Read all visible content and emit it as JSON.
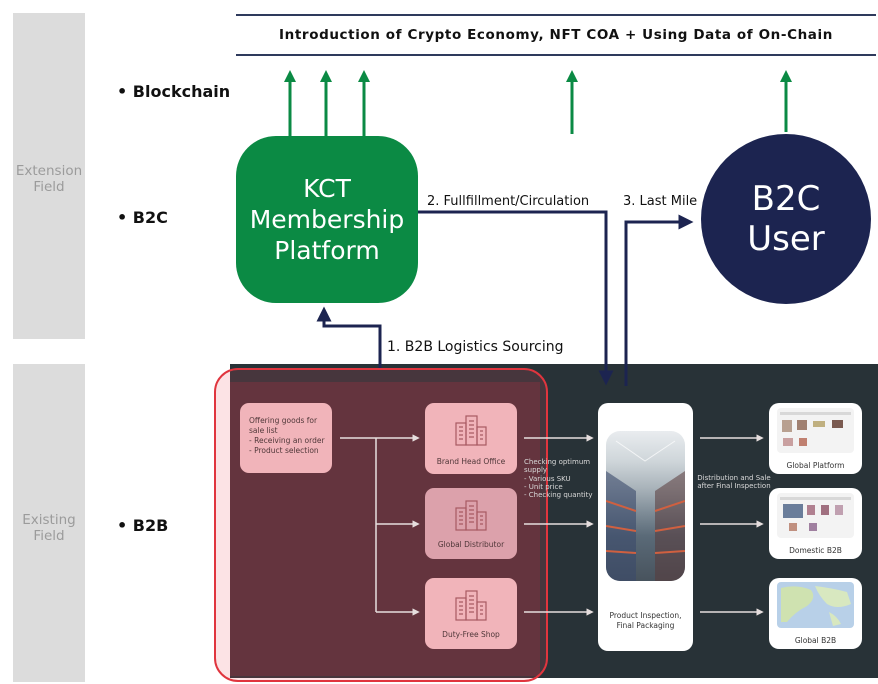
{
  "banner": "Introduction of Crypto Economy, NFT COA + Using Data of On-Chain",
  "fields": {
    "extension": "Extension\nField",
    "existing": "Existing\nField"
  },
  "rows": {
    "blockchain": "• Blockchain",
    "b2c": "• B2C",
    "b2b": "• B2B"
  },
  "kct_platform": [
    "KCT",
    "Membership",
    "Platform"
  ],
  "b2c_user": [
    "B2C",
    "User"
  ],
  "steps": {
    "step1": "1. B2B Logistics Sourcing",
    "step2": "2. Fullfillment/Circulation",
    "step3": "3. Last Mile"
  },
  "offering": {
    "title": "Offering goods for sale list",
    "items": [
      "- Receiving an order",
      "- Product selection"
    ]
  },
  "suppliers": [
    "Brand Head Office",
    "Global Distributor",
    "Duty-Free Shop"
  ],
  "check": {
    "title": "Checking optimum supply",
    "items": [
      "- Various SKU",
      "- Unit price",
      "- Checking quantity"
    ]
  },
  "warehouse_label": "Product Inspection, Final Packaging",
  "distribution_note": "Distribution and Sale after Final Inspection",
  "channels": [
    "Global Platform",
    "Domestic B2B",
    "Global B2B"
  ],
  "colors": {
    "kct_green": "#0b8a44",
    "b2c_navy": "#1c2450",
    "arrow_green": "#0b8a44",
    "arrow_navy": "#1c2450",
    "highlight_red": "#e0353e"
  }
}
